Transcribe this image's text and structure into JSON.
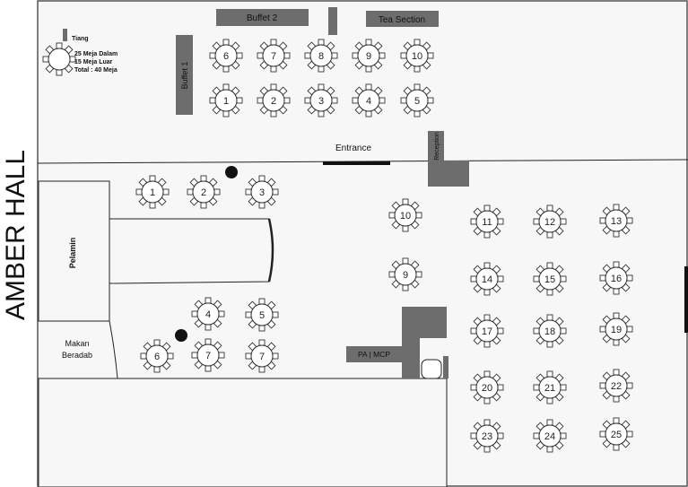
{
  "hall_title": "AMBER HALL",
  "legend": {
    "pillar": "Tiang",
    "line1": "25 Meja Dalam",
    "line2": "15 Meja Luar",
    "line3": "Total : 40 Meja"
  },
  "areas": {
    "buffet1": "Buffet 1",
    "buffet2": "Buffet 2",
    "tea": "Tea Section",
    "entrance": "Entrance",
    "reception": "Reception",
    "pelamin": "Pelamin",
    "makan1": "Makan",
    "makan2": "Beradab",
    "pa": "PA | MCP"
  },
  "tables": {
    "outside": [
      "6",
      "7",
      "8",
      "9",
      "10",
      "1",
      "2",
      "3",
      "4",
      "5"
    ],
    "inside_left": [
      "1",
      "2",
      "3",
      "4",
      "5",
      "6",
      "7",
      "7"
    ],
    "inside_right": [
      "10",
      "9",
      "11",
      "12",
      "13",
      "14",
      "15",
      "16",
      "17",
      "18",
      "19",
      "20",
      "21",
      "22",
      "23",
      "24",
      "25"
    ]
  },
  "colors": {
    "block": "#6d6d6d",
    "bg": "#f7f7f7",
    "line": "#222222"
  }
}
